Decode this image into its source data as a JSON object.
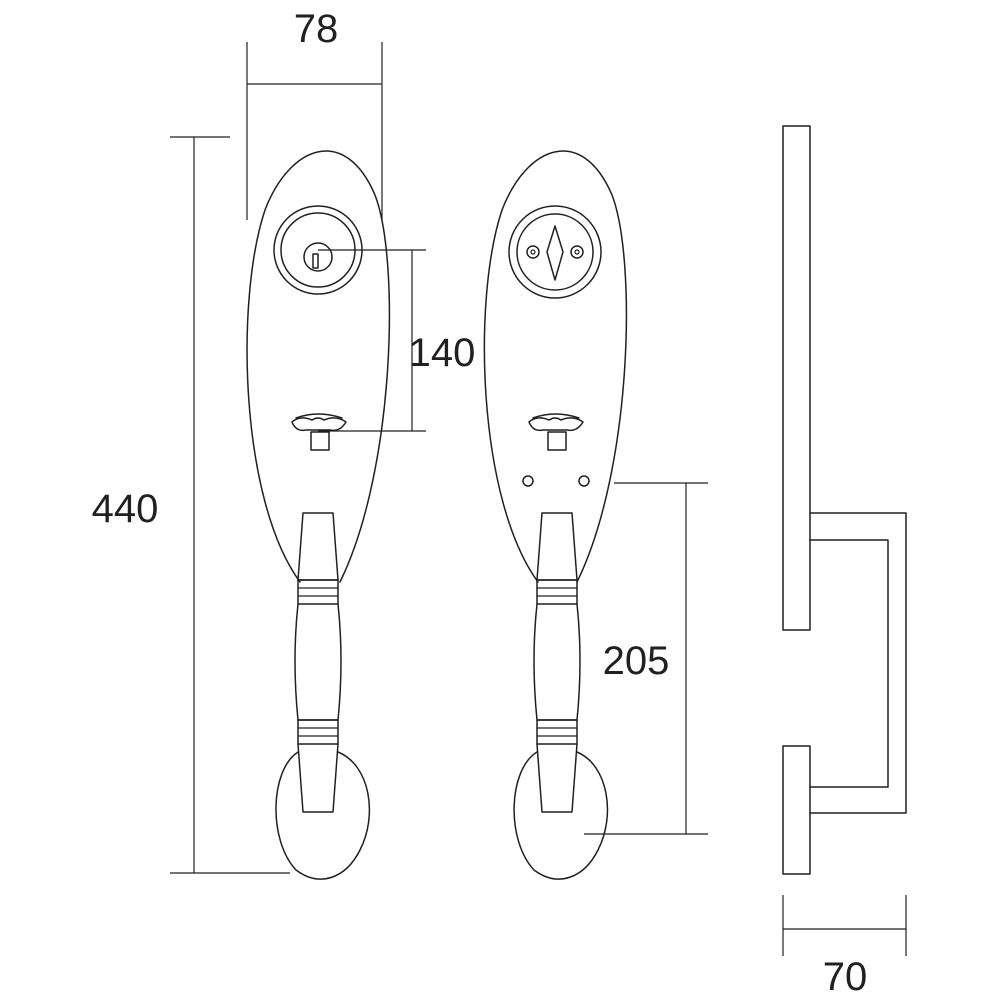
{
  "dimensions": {
    "front_width": "78",
    "cylinder_to_thumb": "140",
    "overall_height": "440",
    "hole_to_grip_bottom": "205",
    "projection": "70"
  },
  "colors": {
    "line": "#231f20",
    "background": "#ffffff"
  }
}
